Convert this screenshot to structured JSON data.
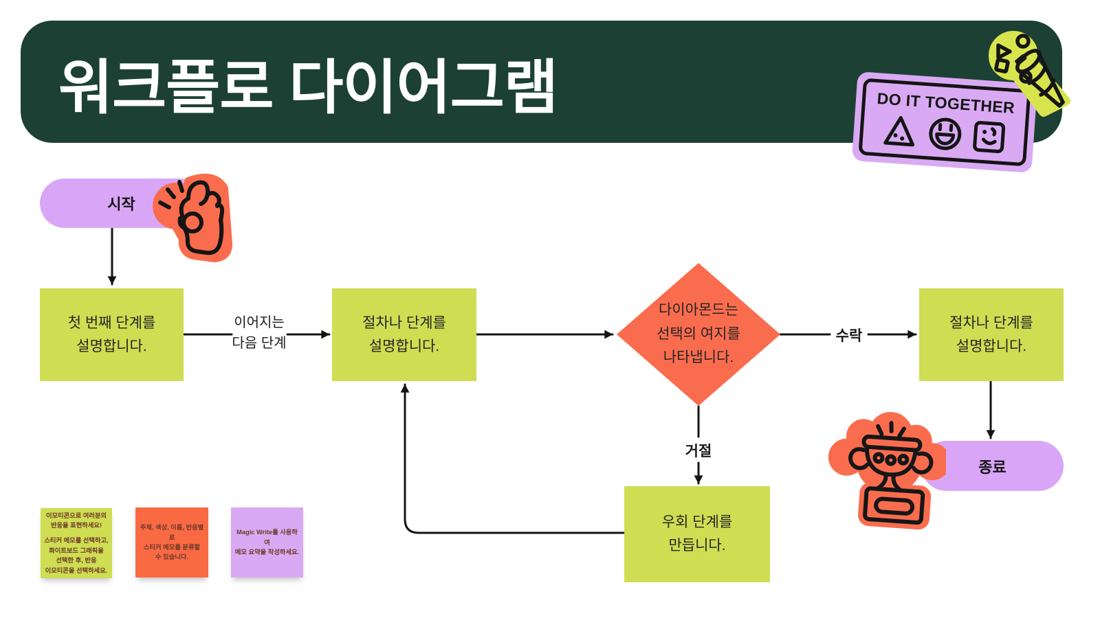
{
  "header": {
    "title": "워크플로 다이어그램"
  },
  "badge": {
    "label": "DO IT TOGETHER",
    "icons": [
      "triangle-face-icon",
      "smiley-face-icon",
      "square-face-icon"
    ]
  },
  "flow": {
    "start_label": "시작",
    "step_first": "첫 번째 단계를\n설명합니다.",
    "edge_next": "이어지는\n다음 단계",
    "step_process": "절차나 단계를\n설명합니다.",
    "decision": "다이아몬드는\n선택의 여지를\n나타냅니다.",
    "edge_accept": "수락",
    "edge_reject": "거절",
    "step_process_2": "절차나 단계를\n설명합니다.",
    "step_bypass": "우회 단계를\n만듭니다.",
    "end_label": "종료"
  },
  "notes": {
    "green": {
      "p1": "이모티콘으로 여러분의\n반응을 표현하세요!",
      "p2": "스티커 메모를 선택하고,\n화이트보드 그래픽을\n선택한 후, 반응\n이모티콘을 선택하세요."
    },
    "orange": {
      "text": "주제, 색상, 이름, 반응별로\n스티커 메모를 분류할\n수 있습니다."
    },
    "purple": {
      "text": "Magic Write를 사용하여\n메모 요약을 작성하세요."
    }
  },
  "stickers": [
    "ok-hand-sticker",
    "trophy-sticker",
    "party-popper-sticker"
  ],
  "colors": {
    "header_green": "#1c4134",
    "shape_green": "#cedd52",
    "shape_orange": "#fa6c4e",
    "shape_purple": "#d9a6f7",
    "badge_purple": "#d9aaf3",
    "popper_green": "#d8e44e",
    "note_orange": "#f96a43",
    "line_black": "#141414",
    "note_text": "#6e392a"
  }
}
